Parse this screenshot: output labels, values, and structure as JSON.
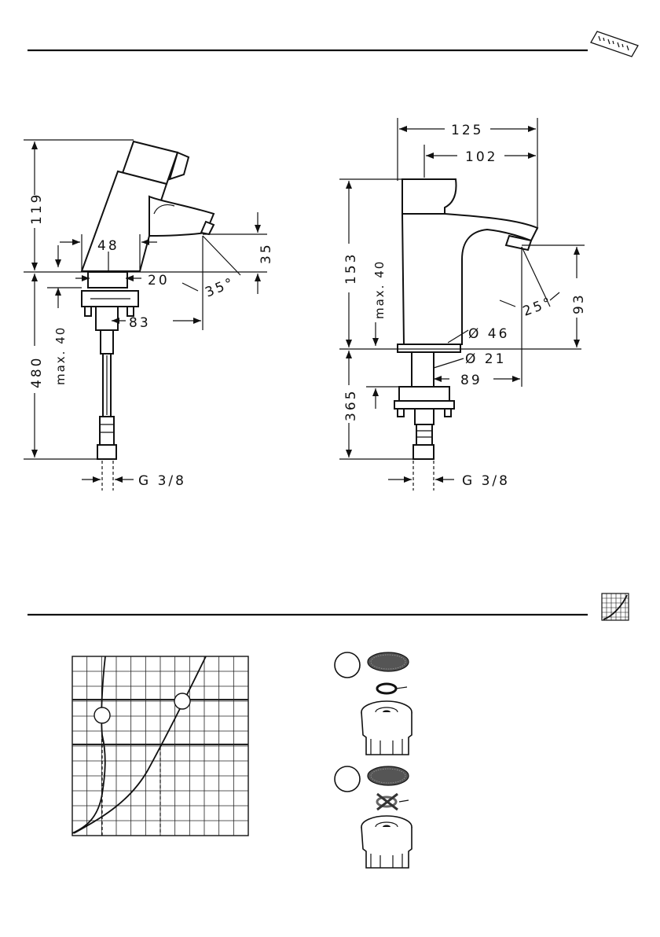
{
  "dims": {
    "left": {
      "h119": "119",
      "w48": "48",
      "w20": "20",
      "a35deg": "35°",
      "h35": "35",
      "w83": "83",
      "max40": "max. 40",
      "h480": "480",
      "g38": "G 3/8"
    },
    "right": {
      "w125": "125",
      "w102": "102",
      "h153": "153",
      "max40": "max. 40",
      "d46": "Ø 46",
      "d21": "Ø 21",
      "w89": "89",
      "a25deg": "25°",
      "h93": "93",
      "h365": "365",
      "g38": "G 3/8"
    }
  },
  "icons": {
    "top": "ruler-icon",
    "mid": "flow-chart-icon"
  },
  "colors": {
    "line": "#111111",
    "paper": "#ffffff"
  }
}
